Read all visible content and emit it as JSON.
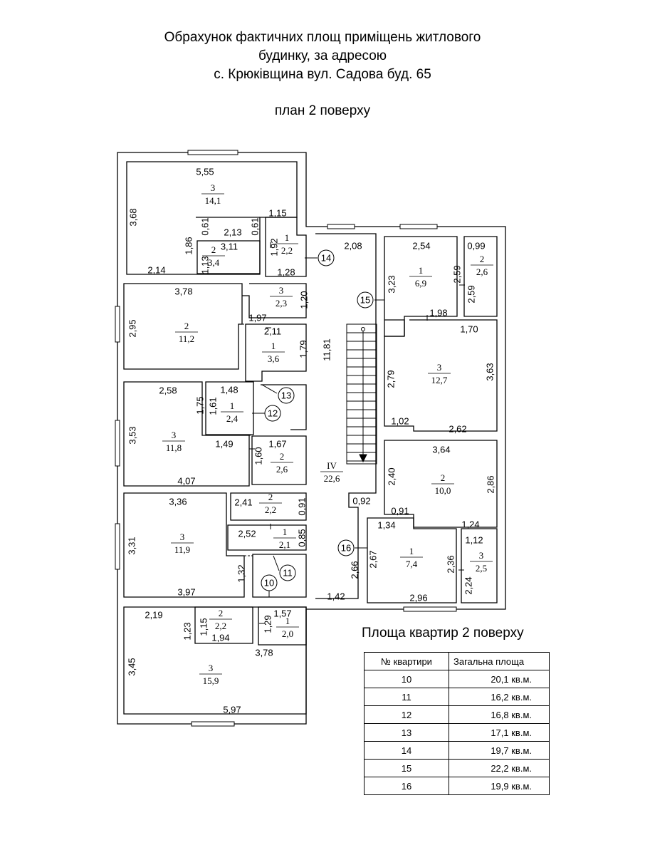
{
  "title": {
    "line1": "Обрахунок фактичних площ приміщень житлового",
    "line2": "будинку, за адресою",
    "line3": "с. Крюківщина вул. Садова буд. 65"
  },
  "subtitle": "план 2 поверху",
  "rooms": [
    {
      "num": "3",
      "area": "14,1"
    },
    {
      "num": "2",
      "area": "3,4"
    },
    {
      "num": "1",
      "area": "2,2"
    },
    {
      "num": "2",
      "area": "11,2"
    },
    {
      "num": "3",
      "area": "2,3"
    },
    {
      "num": "1",
      "area": "3,6"
    },
    {
      "num": "3",
      "area": "11,8"
    },
    {
      "num": "1",
      "area": "2,4"
    },
    {
      "num": "2",
      "area": "2,6"
    },
    {
      "num": "3",
      "area": "11,9"
    },
    {
      "num": "2",
      "area": "2,2"
    },
    {
      "num": "1",
      "area": "2,1"
    },
    {
      "num": "3",
      "area": "15,9"
    },
    {
      "num": "2",
      "area": "2,2"
    },
    {
      "num": "1",
      "area": "2,0"
    },
    {
      "num": "IV",
      "area": "22,6"
    },
    {
      "num": "1",
      "area": "6,9"
    },
    {
      "num": "2",
      "area": "2,6"
    },
    {
      "num": "3",
      "area": "12,7"
    },
    {
      "num": "2",
      "area": "10,0"
    },
    {
      "num": "1",
      "area": "7,4"
    },
    {
      "num": "3",
      "area": "2,5"
    }
  ],
  "dimensions": [
    "5,55",
    "3,68",
    "0,61",
    "2,13",
    "0,61",
    "1,15",
    "1,86",
    "3,11",
    "1,92",
    "1,13",
    "2,14",
    "1,28",
    "3,78",
    "1,20",
    "2,95",
    "1,97",
    "2,11",
    "1,79",
    "11,81",
    "2,58",
    "1,48",
    "1,75",
    "1,61",
    "3,53",
    "1,49",
    "1,67",
    "1,60",
    "4,07",
    "3,36",
    "2,41",
    "0,91",
    "3,31",
    "2,52",
    "0,85",
    "1,32",
    "3,97",
    "2,19",
    "1,57",
    "1,23",
    "1,15",
    "1,29",
    "1,94",
    "3,78",
    "3,45",
    "5,97",
    "2,08",
    "2,54",
    "0,99",
    "3,23",
    "2,59",
    "2,59",
    "1,98",
    "1,70",
    "2,79",
    "3,63",
    "1,02",
    "2,62",
    "3,64",
    "2,40",
    "2,86",
    "0,92",
    "0,91",
    "1,24",
    "1,34",
    "1,12",
    "2,67",
    "2,66",
    "2,36",
    "2,24",
    "2,96",
    "1,42"
  ],
  "apartment_markers": [
    "14",
    "15",
    "13",
    "12",
    "16",
    "11",
    "10"
  ],
  "area_table": {
    "title": "Площа квартир 2 поверху",
    "header_num": "№     квартири",
    "header_area": "Загальна площа",
    "rows": [
      {
        "num": "10",
        "area": "20,1 кв.м."
      },
      {
        "num": "11",
        "area": "16,2 кв.м."
      },
      {
        "num": "12",
        "area": "16,8 кв.м."
      },
      {
        "num": "13",
        "area": "17,1 кв.м."
      },
      {
        "num": "14",
        "area": "19,7 кв.м."
      },
      {
        "num": "15",
        "area": "22,2 кв.м."
      },
      {
        "num": "16",
        "area": "19,9 кв.м."
      }
    ]
  }
}
